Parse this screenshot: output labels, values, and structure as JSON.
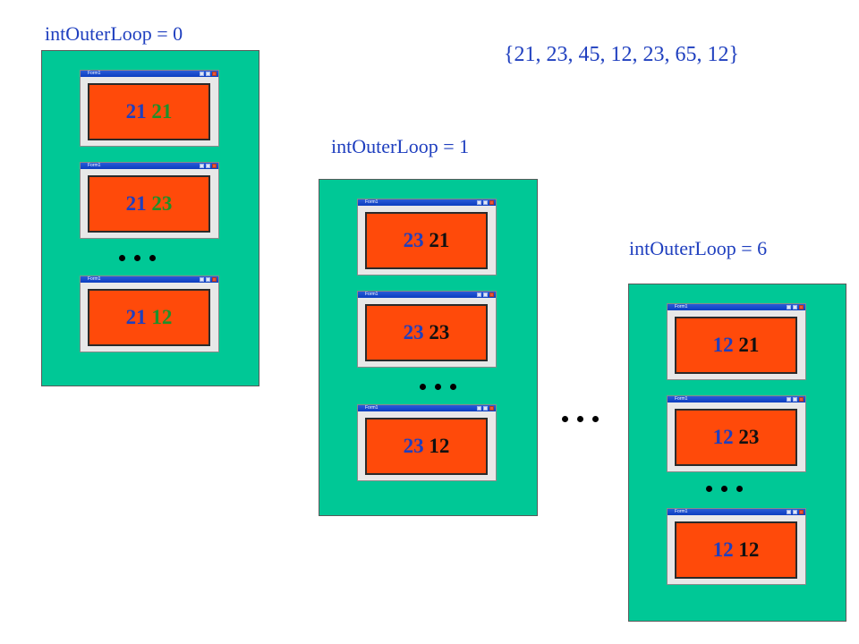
{
  "array_text": "{21, 23, 45, 12, 23, 65, 12}",
  "groups": [
    {
      "label": "intOuterLoop = 0",
      "windows": [
        {
          "title": "Form1",
          "a": "21",
          "b": "21"
        },
        {
          "title": "Form1",
          "a": "21",
          "b": "23"
        },
        {
          "title": "Form1",
          "a": "21",
          "b": "12"
        }
      ]
    },
    {
      "label": "intOuterLoop = 1",
      "windows": [
        {
          "title": "Form1",
          "a": "23",
          "b": "21"
        },
        {
          "title": "Form1",
          "a": "23",
          "b": "23"
        },
        {
          "title": "Form1",
          "a": "23",
          "b": "12"
        }
      ]
    },
    {
      "label": "intOuterLoop = 6",
      "windows": [
        {
          "title": "Form1",
          "a": "12",
          "b": "21"
        },
        {
          "title": "Form1",
          "a": "12",
          "b": "23"
        },
        {
          "title": "Form1",
          "a": "12",
          "b": "12"
        }
      ]
    }
  ],
  "colors": {
    "panel": "#00c896",
    "window_content": "#ff4a0a",
    "outer_value": "#1f3fbf",
    "inner_value_first": "#1f8f2a",
    "inner_value_other": "#111111",
    "label_text": "#1f3fbf"
  }
}
